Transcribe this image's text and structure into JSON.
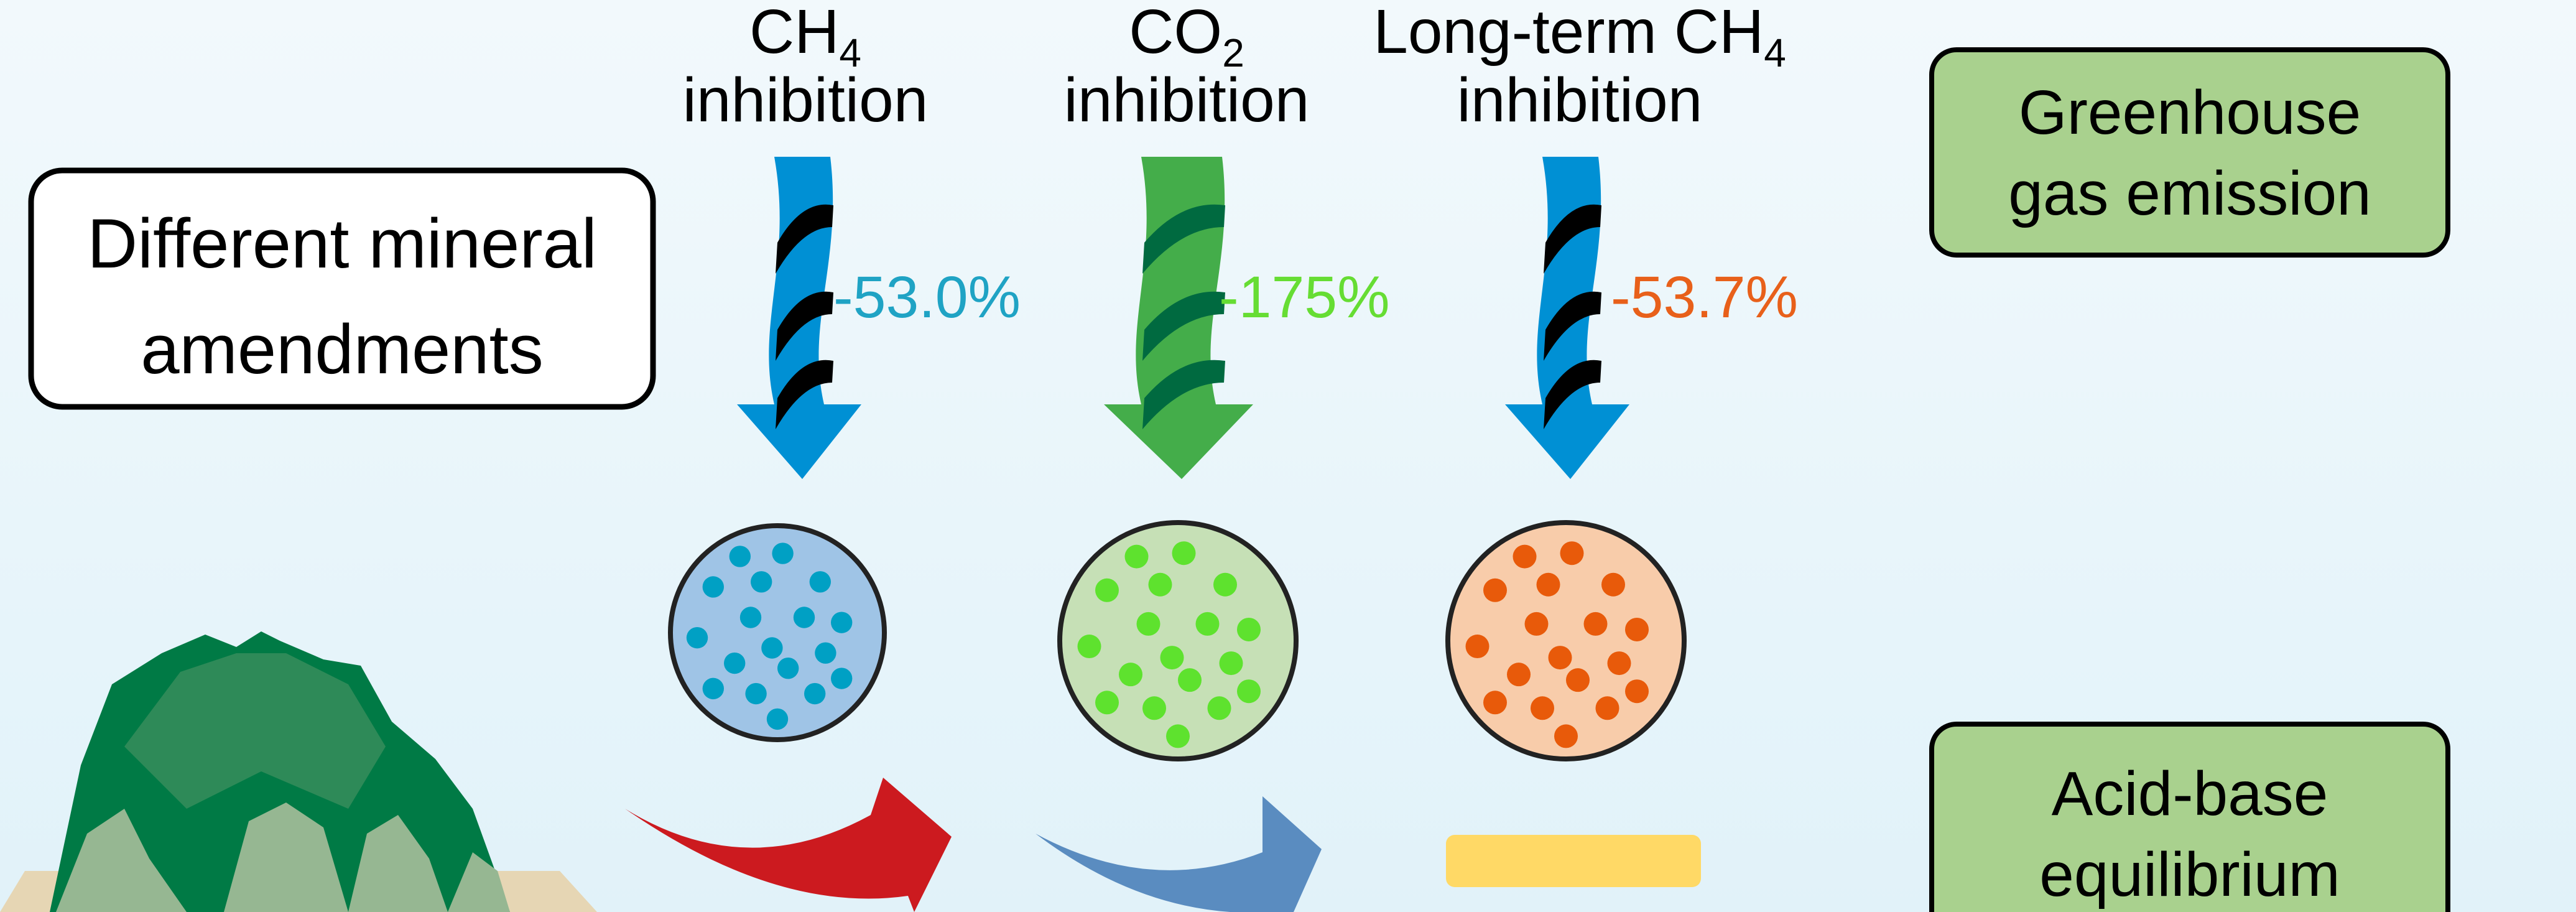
{
  "left_box": {
    "line1": "Different mineral",
    "line2": "amendments"
  },
  "columns": [
    {
      "title_main": "CH",
      "title_sub": "4",
      "title_line2": "inhibition",
      "value": "-53.0%",
      "value_color": "#1fa3c4",
      "arrow_color": "#0090d4",
      "stripe_color": "#000000",
      "circle_fill": "#9fc4e6",
      "dot_color": "#00a0c4"
    },
    {
      "title_main": "CO",
      "title_sub": "2",
      "title_line2": "inhibition",
      "value": "-175%",
      "value_color": "#66dd33",
      "arrow_color": "#44ad4a",
      "stripe_color": "#006a40",
      "circle_fill": "#c6e0b6",
      "dot_color": "#5ee22e"
    },
    {
      "title_main": "Long-term CH",
      "title_sub": "4",
      "title_line2": "inhibition",
      "value": "-53.7%",
      "value_color": "#e8601a",
      "arrow_color": "#0090d4",
      "stripe_color": "#000000",
      "circle_fill": "#f8ccaa",
      "dot_color": "#e85a0a"
    }
  ],
  "right_boxes": [
    {
      "line1": "Greenhouse",
      "line2": "gas emission"
    },
    {
      "line1": "Acid-base",
      "line2": "equilibrium"
    }
  ],
  "colors": {
    "box_fill": "#a9d18e",
    "red_arrow": "#cc1a1f",
    "blue_arrow": "#5a8cc0",
    "yellow_bar": "#ffd966"
  }
}
